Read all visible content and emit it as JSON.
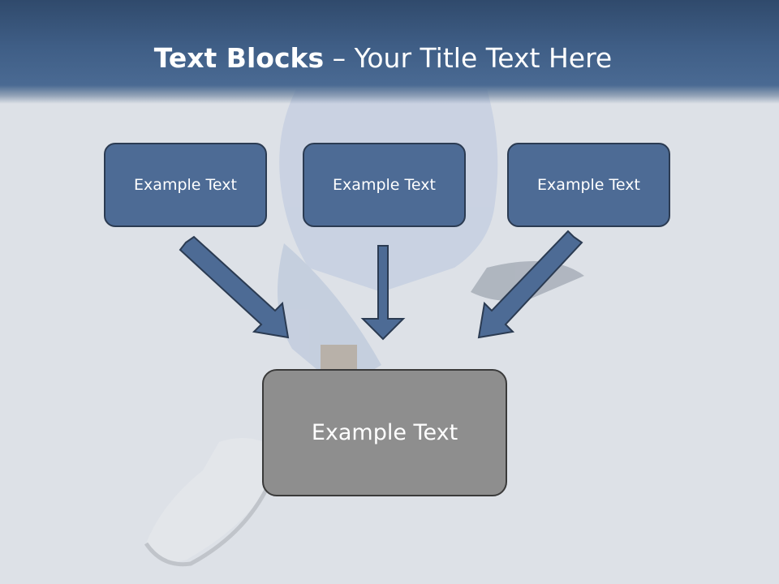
{
  "slide": {
    "title_bold": "Text Blocks",
    "title_dash": "–",
    "title_rest": "Your Title Text Here"
  },
  "blocks": {
    "left": "Example Text",
    "middle": "Example Text",
    "right": "Example Text",
    "bottom": "Example Text"
  },
  "colors": {
    "header": "#3f5e86",
    "block_fill": "#4d6b95",
    "block_border": "#2b3b52",
    "target_fill": "#8e8e8e",
    "background": "#dde1e7"
  }
}
